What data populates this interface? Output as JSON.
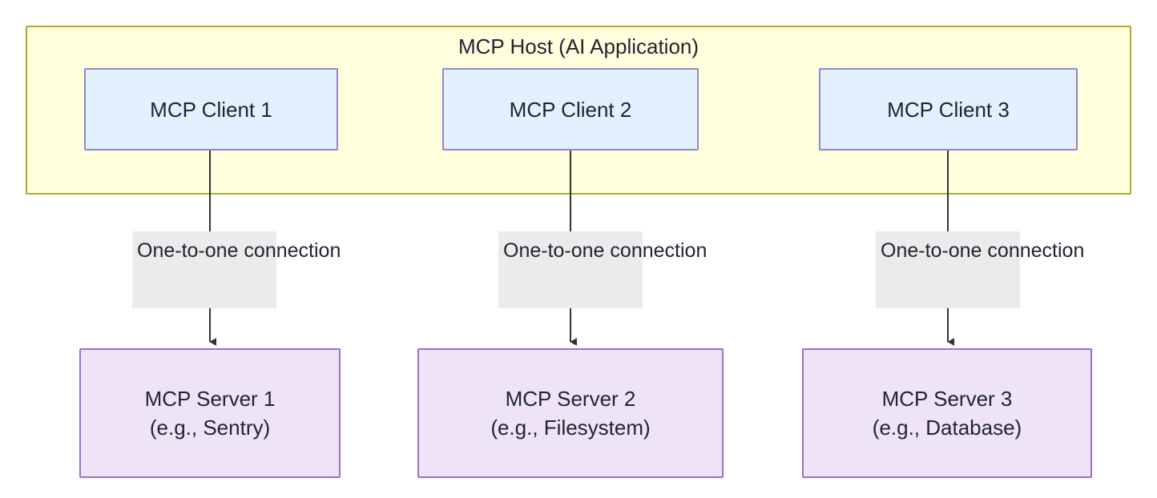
{
  "diagram": {
    "host": {
      "title": "MCP Host (AI Application)",
      "fill": "#ffffde",
      "stroke": "#aaaa33"
    },
    "clients": [
      {
        "label": "MCP Client 1"
      },
      {
        "label": "MCP Client 2"
      },
      {
        "label": "MCP Client 3"
      }
    ],
    "servers": [
      {
        "line1": "MCP Server 1",
        "line2": "(e.g., Sentry)"
      },
      {
        "line1": "MCP Server 2",
        "line2": "(e.g., Filesystem)"
      },
      {
        "line1": "MCP Server 3",
        "line2": "(e.g., Database)"
      }
    ],
    "edges": [
      {
        "label_line1": "One-to-one",
        "label_line2": "connection",
        "from": "MCP Client 1",
        "to": "MCP Server 1"
      },
      {
        "label_line1": "One-to-one",
        "label_line2": "connection",
        "from": "MCP Client 2",
        "to": "MCP Server 2"
      },
      {
        "label_line1": "One-to-one",
        "label_line2": "connection",
        "from": "MCP Client 3",
        "to": "MCP Server 3"
      }
    ],
    "colors": {
      "client_fill": "#e3f0fd",
      "client_stroke": "#9287c4",
      "server_fill": "#efe4f7",
      "server_stroke": "#9673c4",
      "edge_line": "#333333",
      "edge_label_bg": "#ebebeb",
      "text": "#1f2430"
    }
  }
}
